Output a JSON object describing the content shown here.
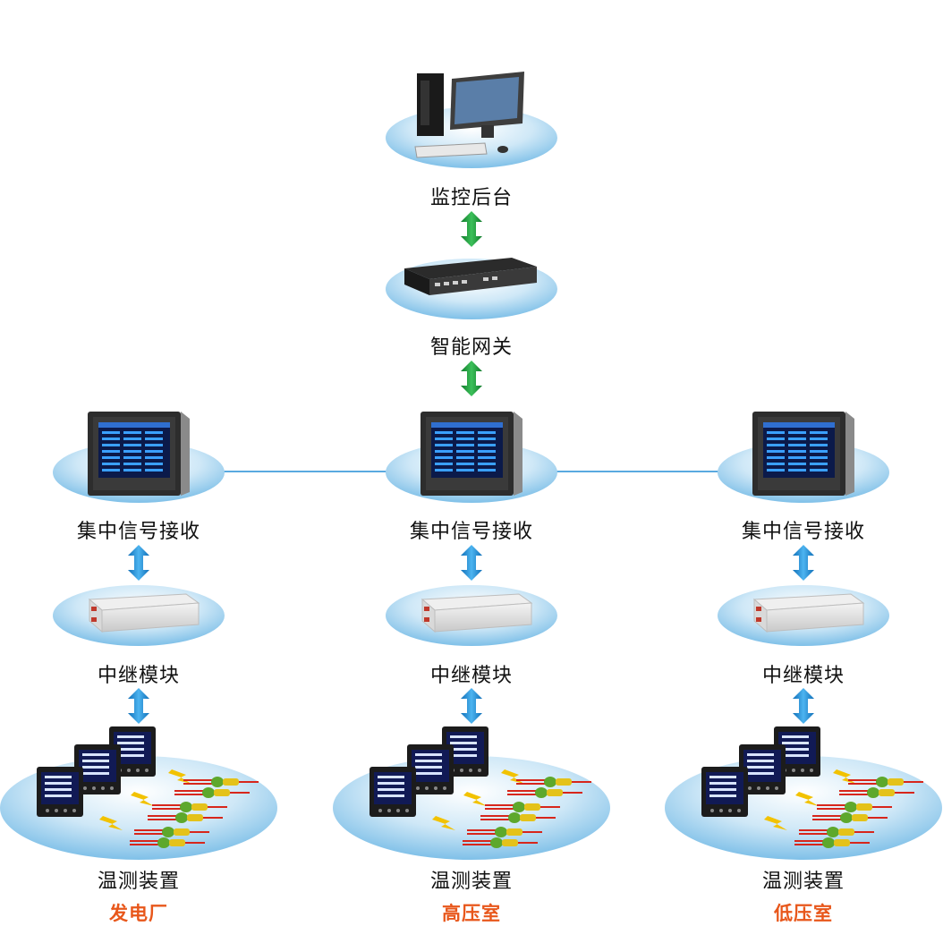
{
  "nodes": {
    "monitor_backend": "监控后台",
    "smart_gateway": "智能网关"
  },
  "columns": [
    {
      "receiver": "集中信号接收",
      "relay": "中继模块",
      "sensor": "温测装置",
      "site": "发电厂"
    },
    {
      "receiver": "集中信号接收",
      "relay": "中继模块",
      "sensor": "温测装置",
      "site": "高压室"
    },
    {
      "receiver": "集中信号接收",
      "relay": "中继模块",
      "sensor": "温测装置",
      "site": "低压室"
    }
  ],
  "colors": {
    "platform_light": "#ffffff",
    "platform_dark": "#8ac7ea",
    "arrow_green": "#1a9a3a",
    "arrow_blue": "#1e90dc",
    "bus_line": "#5aa9e0",
    "site_label": "#e8571b"
  }
}
